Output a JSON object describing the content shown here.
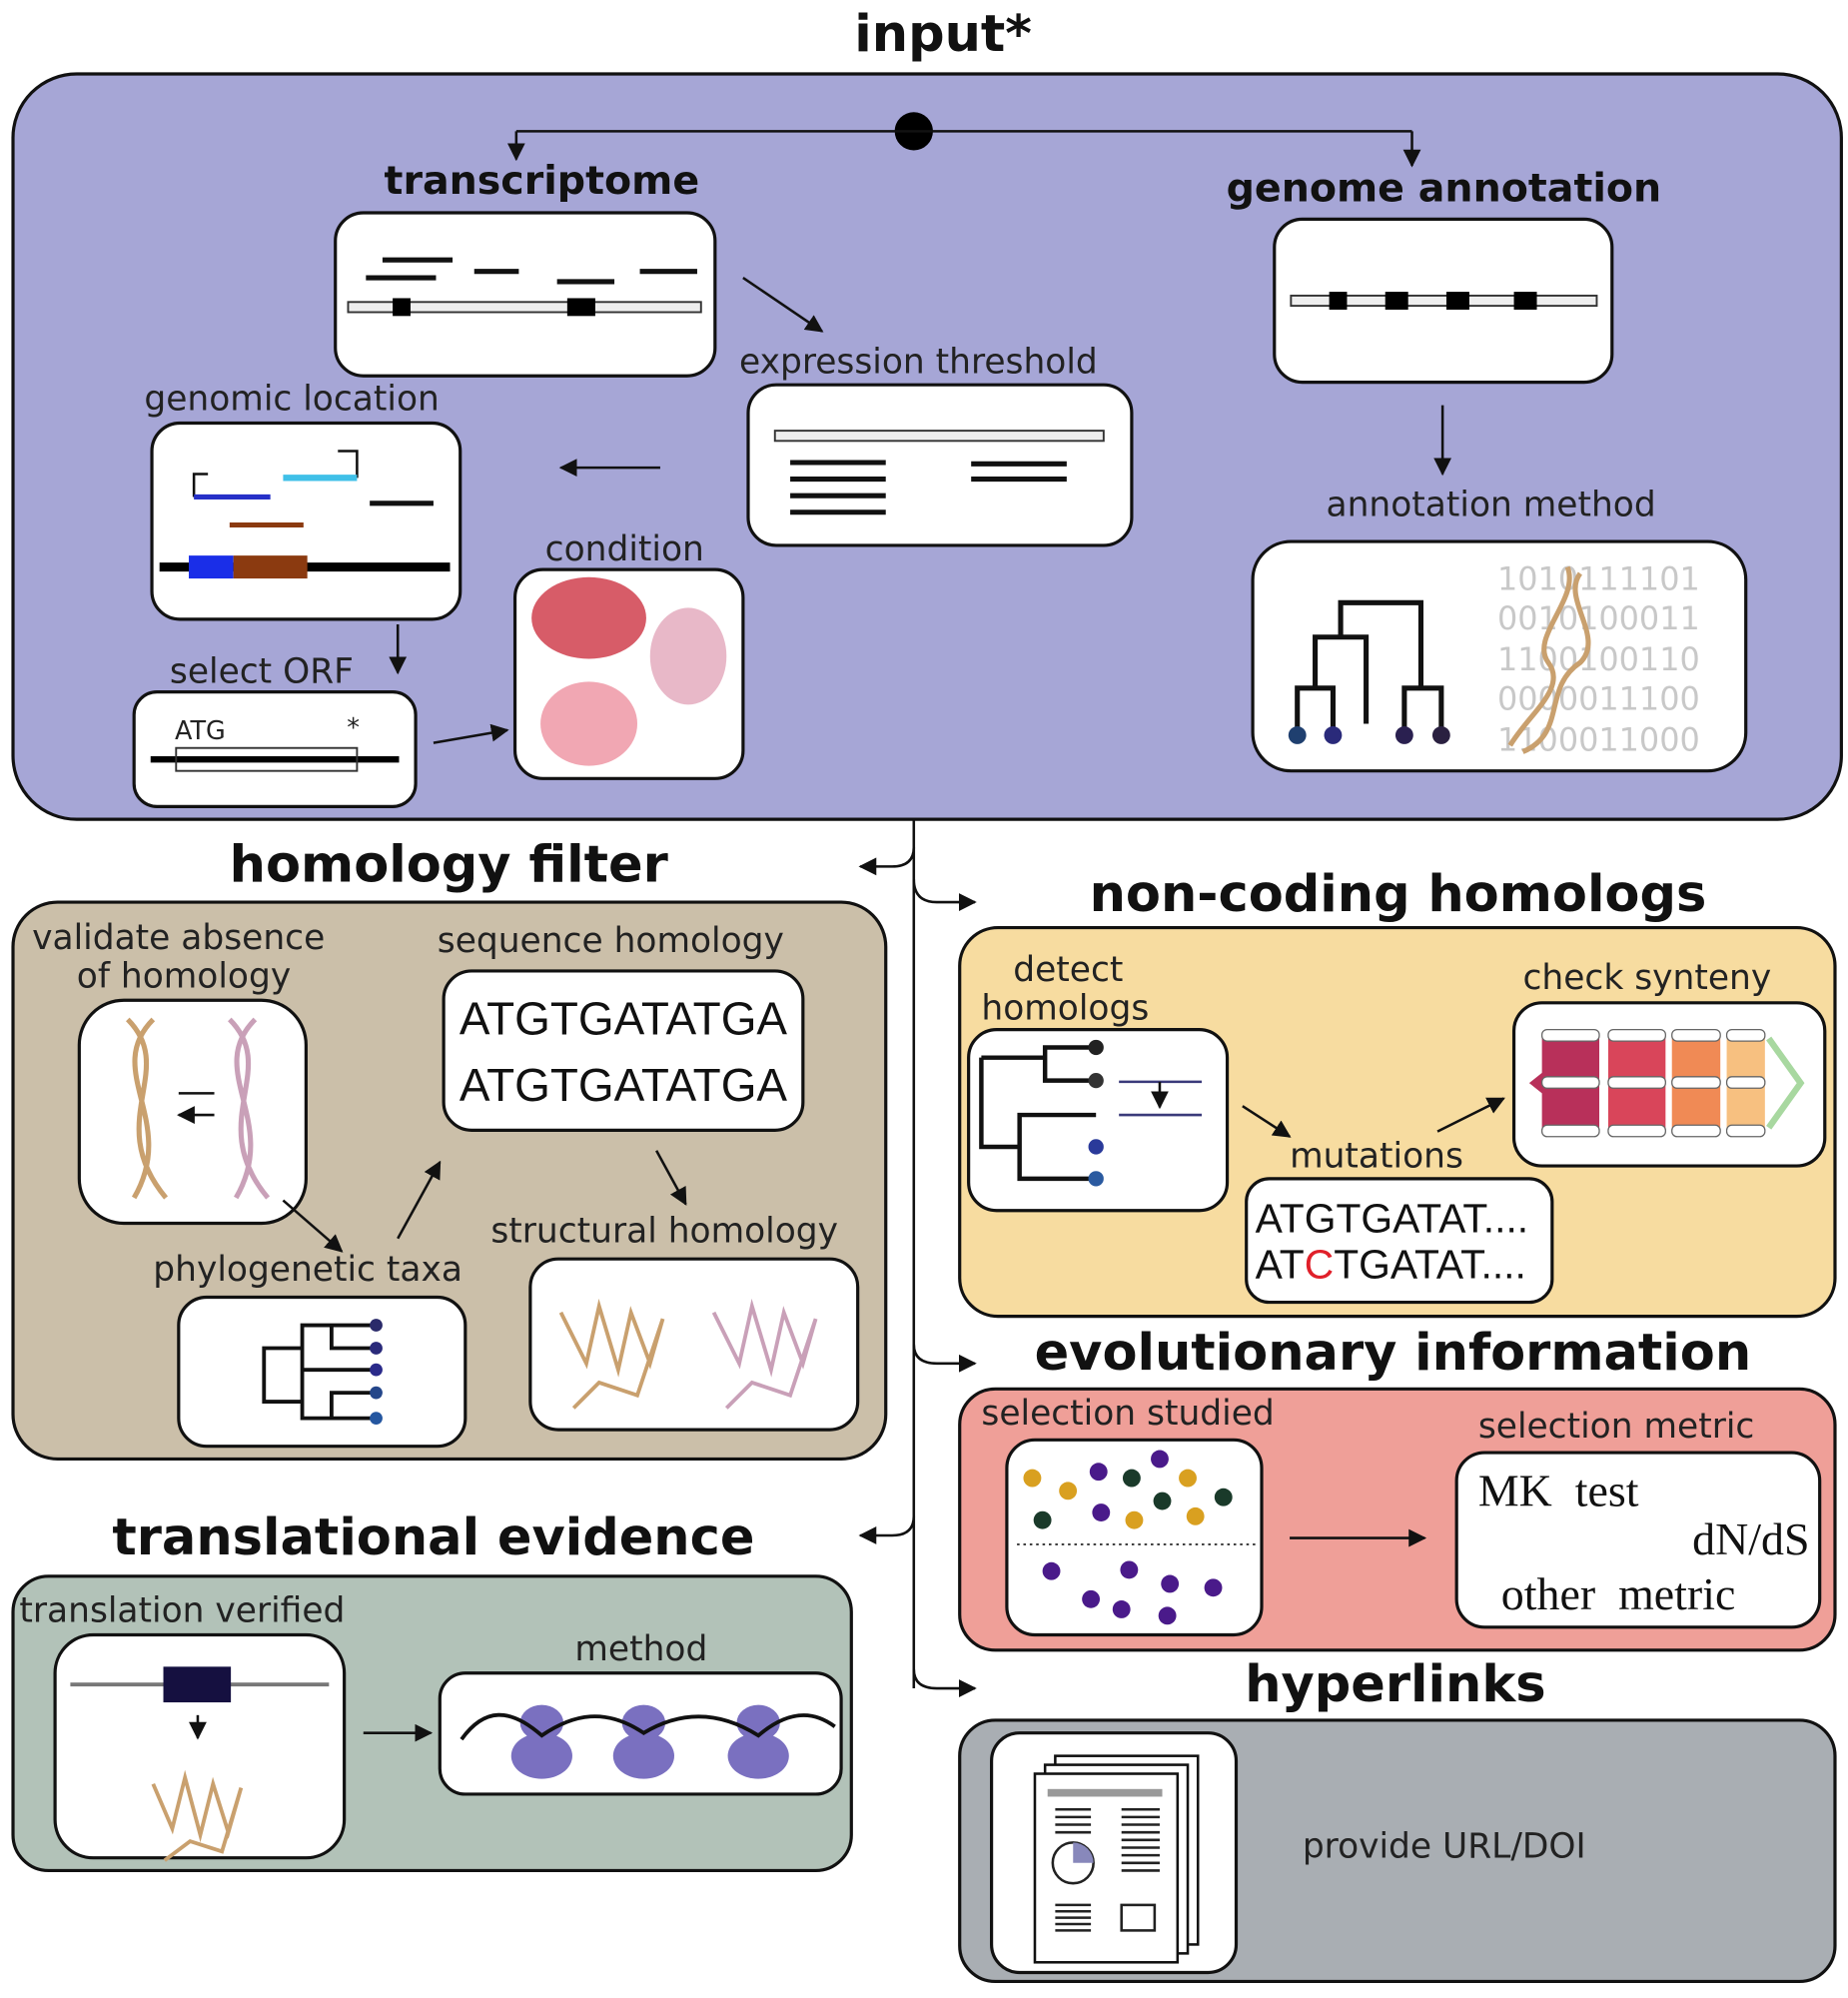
{
  "colors": {
    "input_panel": "#a6a6d6",
    "homology_panel": "#cbbfa9",
    "noncoding_panel": "#f7dca0",
    "evolution_panel": "#ef9f98",
    "translation_panel": "#b2c2b8",
    "hyperlinks_panel": "#a9aeb3",
    "mutation_highlight": "#e0202a"
  },
  "input": {
    "title": "input*",
    "transcriptome": "transcriptome",
    "genome_annotation": "genome annotation",
    "expression_threshold": "expression threshold",
    "genomic_location": "genomic location",
    "condition": "condition",
    "select_orf": "select ORF",
    "orf_start": "ATG",
    "orf_stop": "*",
    "annotation_method": "annotation method",
    "binary_lines": [
      "1010111101",
      "0010100011",
      "1100100110",
      "0000011100",
      "1100011000"
    ]
  },
  "homology_filter": {
    "title": "homology filter",
    "validate_line1": "validate absence",
    "validate_line2": "of homology",
    "sequence_homology": "sequence homology",
    "sequence_line1": "ATGTGATATGA",
    "sequence_line2": "ATGTGATATGA",
    "phylogenetic_taxa": "phylogenetic taxa",
    "structural_homology": "structural homology"
  },
  "noncoding": {
    "title": "non-coding homologs",
    "detect_line1": "detect",
    "detect_line2": "homologs",
    "check_synteny": "check synteny",
    "mutations": "mutations",
    "mut_line1": "ATGTGATAT....",
    "mut_line2_a": "AT",
    "mut_line2_b": "C",
    "mut_line2_c": "TGATAT...."
  },
  "evolutionary": {
    "title": "evolutionary information",
    "selection_studied": "selection studied",
    "selection_metric": "selection metric",
    "metrics": [
      "MK  test",
      "dN/dS",
      "other  metric"
    ]
  },
  "translational": {
    "title": "translational evidence",
    "translation_verified": "translation verified",
    "method": "method"
  },
  "hyperlinks": {
    "title": "hyperlinks",
    "text": "provide URL/DOI"
  }
}
